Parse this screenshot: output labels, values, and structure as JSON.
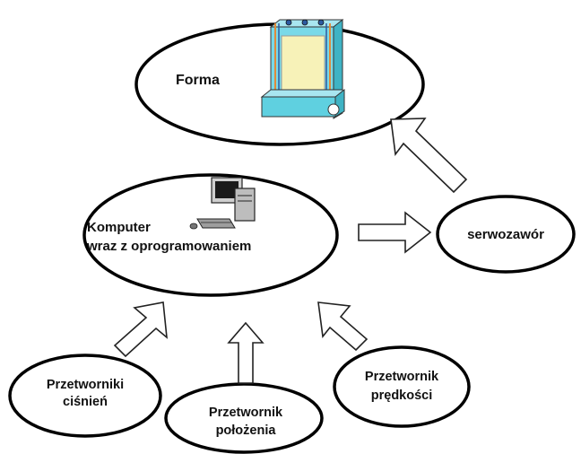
{
  "nodes": {
    "forma": {
      "label": "Forma"
    },
    "komputer": {
      "line1": "Komputer",
      "line2": "wraz z oprogramowaniem"
    },
    "serwozawor": {
      "label": "serwozawór"
    },
    "przetworniki_cisnien": {
      "line1": "Przetworniki",
      "line2": "ciśnień"
    },
    "przetwornik_polozenia": {
      "line1": "Przetwornik",
      "line2": "położenia"
    },
    "przetwornik_predkosci": {
      "line1": "Przetwornik",
      "line2": "prędkości"
    }
  },
  "icons": {
    "mold": "mold-form-icon",
    "computer": "computer-icon"
  },
  "colors": {
    "stroke": "#000000",
    "mold_frame": "#5fd0e0",
    "mold_plate": "#f7f2b8",
    "mold_rods": "#e08a3a"
  }
}
